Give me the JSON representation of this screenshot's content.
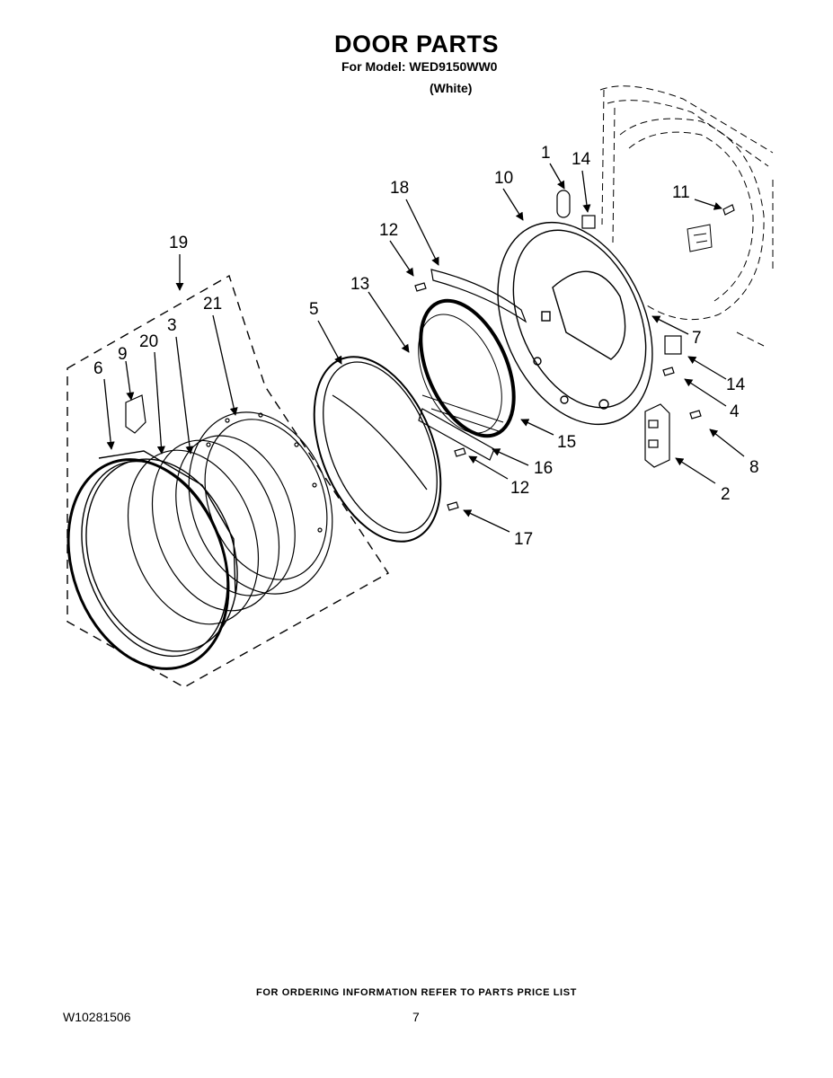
{
  "header": {
    "title": "DOOR PARTS",
    "model_line": "For Model: WED9150WW0",
    "variant": "(White)"
  },
  "callouts": {
    "c1": "1",
    "c2": "2",
    "c3": "3",
    "c4": "4",
    "c5": "5",
    "c6": "6",
    "c7": "7",
    "c8": "8",
    "c9": "9",
    "c10": "10",
    "c11": "11",
    "c12a": "12",
    "c12b": "12",
    "c13": "13",
    "c14a": "14",
    "c14b": "14",
    "c15": "15",
    "c16": "16",
    "c17": "17",
    "c18": "18",
    "c19": "19",
    "c20": "20",
    "c21": "21"
  },
  "footer": {
    "note": "FOR ORDERING INFORMATION REFER TO PARTS PRICE LIST",
    "doc_number": "W10281506",
    "page_number": "7"
  }
}
